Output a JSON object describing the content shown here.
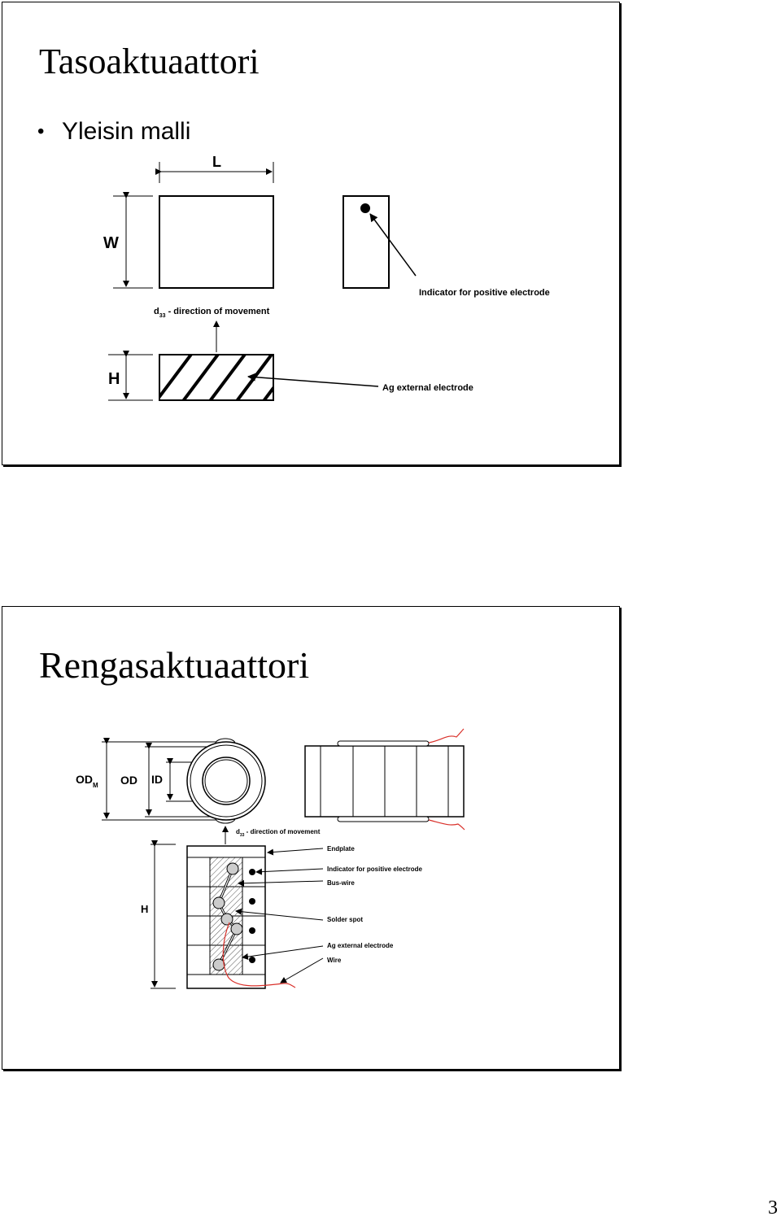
{
  "slides": [
    {
      "title": "Tasoaktuaattori",
      "bullet": "Yleisin malli",
      "labels": {
        "length": "L",
        "width": "W",
        "height": "H",
        "movement_main": "d",
        "movement_sub": "33",
        "movement_text": " - direction of movement",
        "indicator": "Indicator for positive electrode",
        "electrode": "Ag external electrode"
      }
    },
    {
      "title": "Rengasaktuaattori",
      "labels": {
        "od_m_main": "OD",
        "od_m_sub": "M",
        "od": "OD",
        "id": "ID",
        "height": "H",
        "movement_main": "d",
        "movement_sub": "33",
        "movement_text": " - direction of movement",
        "endplate": "Endplate",
        "indicator": "Indicator for positive electrode",
        "bus_wire": "Bus-wire",
        "solder_spot": "Solder spot",
        "electrode": "Ag external electrode",
        "wire": "Wire"
      }
    }
  ],
  "page_number": "3",
  "colors": {
    "wire": "#d9302a",
    "border": "#000000"
  }
}
